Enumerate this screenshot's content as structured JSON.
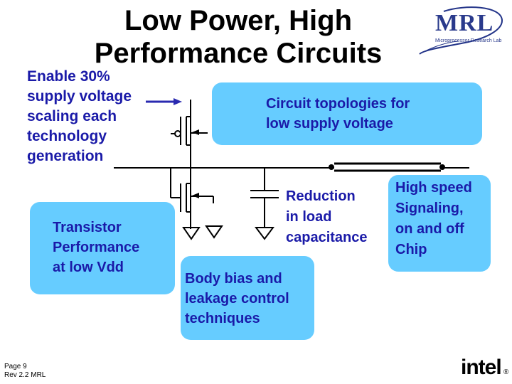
{
  "slide": {
    "title_line1": "Low Power, High",
    "title_line2": "Performance Circuits",
    "voltage_text": [
      "Enable 30%",
      "supply voltage",
      "scaling each",
      "technology",
      "generation"
    ],
    "topology_text": [
      "Circuit topologies for",
      "low supply voltage"
    ],
    "transistor_text": [
      "Transistor",
      "Performance",
      "at low Vdd"
    ],
    "body_bias_text": [
      "Body bias and",
      "leakage control",
      "techniques"
    ],
    "reduction_text": [
      "Reduction",
      "in load",
      "capacitance"
    ],
    "signaling_text": [
      "High speed",
      "Signaling,",
      "on and off",
      "Chip"
    ]
  },
  "logo": {
    "name": "MRL",
    "subtitle": "Microprocessor Research Lab"
  },
  "footer": {
    "page": "Page 9",
    "rev": "Rev 2.2 MRL"
  },
  "brand": {
    "name": "intel",
    "mark": "®"
  },
  "colors": {
    "accent_text": "#1a1aa8",
    "box_fill": "#66ccff",
    "wire": "#000000"
  }
}
